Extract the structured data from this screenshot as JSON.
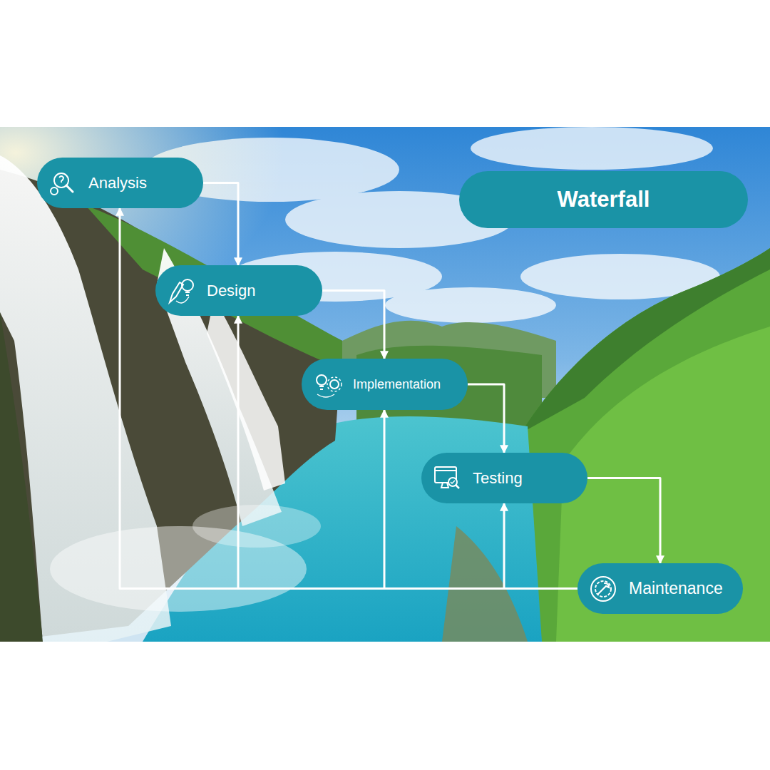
{
  "diagram": {
    "title": "Waterfall",
    "nodes": [
      {
        "text": [
          "Analysis"
        ]
      },
      {
        "text": [
          "Design"
        ]
      },
      {
        "text": [
          "Implementation"
        ]
      },
      {
        "text": [
          "Testing"
        ]
      },
      {
        "text": [
          "Maintenance"
        ]
      }
    ],
    "edges": [
      {
        "from": 0,
        "to": 1,
        "arrow": "to"
      },
      {
        "from": 1,
        "to": 2,
        "arrow": "to"
      },
      {
        "from": 2,
        "to": 3,
        "arrow": "to"
      },
      {
        "from": 3,
        "to": 4,
        "arrow": "to"
      },
      {
        "from": 4,
        "to": 0,
        "arrow": "to"
      },
      {
        "from": 4,
        "to": 1,
        "arrow": "to"
      },
      {
        "from": 4,
        "to": 2,
        "arrow": "to"
      },
      {
        "from": 4,
        "to": 3,
        "arrow": "to"
      }
    ]
  }
}
